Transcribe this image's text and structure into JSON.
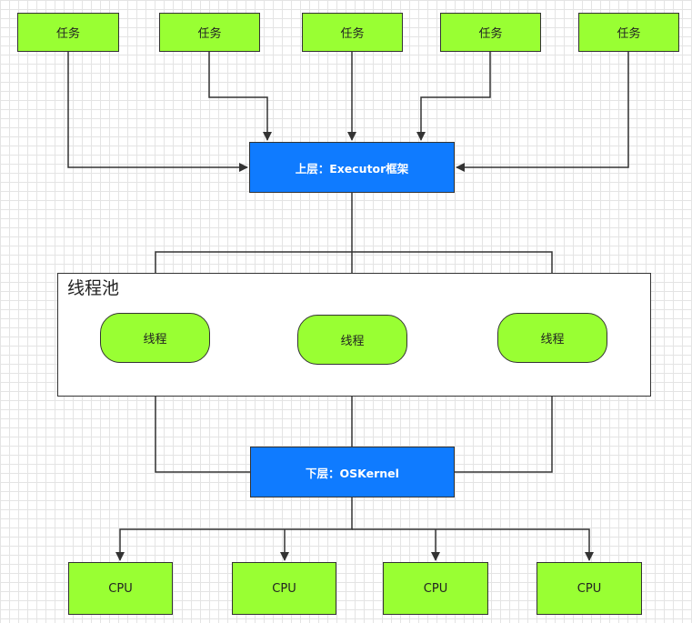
{
  "tasks": [
    "任务",
    "任务",
    "任务",
    "任务",
    "任务"
  ],
  "upper_layer": "上层：Executor框架",
  "thread_pool": {
    "label": "线程池",
    "threads": [
      "线程",
      "线程",
      "线程"
    ]
  },
  "lower_layer": "下层：OSKernel",
  "cpus": [
    "CPU",
    "CPU",
    "CPU",
    "CPU"
  ],
  "colors": {
    "node_green": "#99ff33",
    "layer_blue": "#0f7bff",
    "line": "#333333"
  }
}
